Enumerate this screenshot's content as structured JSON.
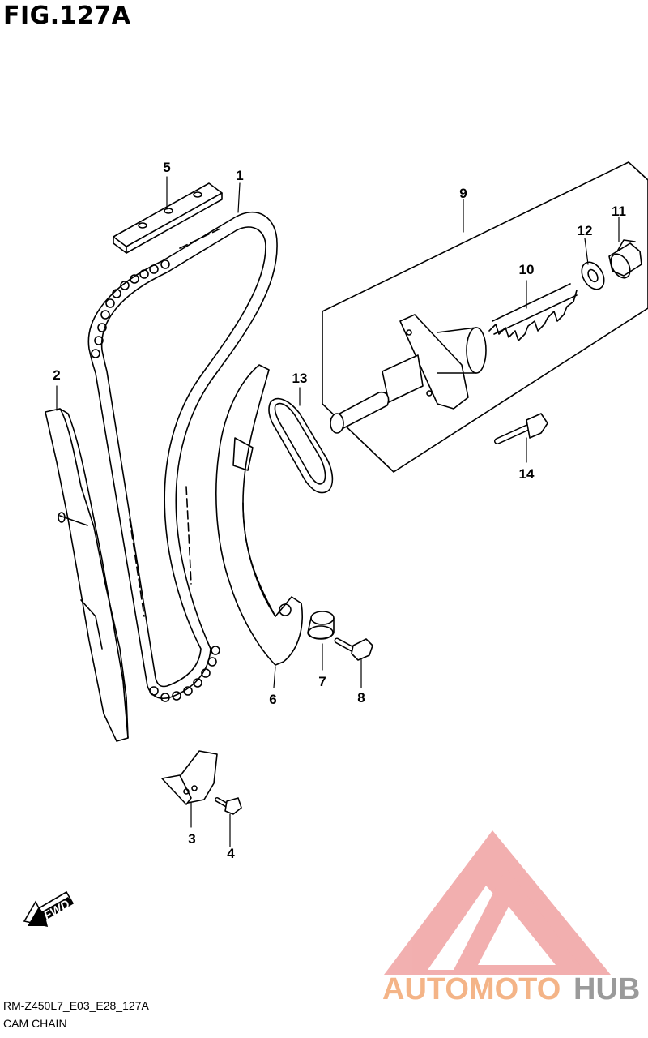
{
  "figure": {
    "title": "FIG.127A"
  },
  "drawing": {
    "code": "RM-Z450L7_E03_E28_127A",
    "caption": "CAM CHAIN"
  },
  "direction_indicator": {
    "label": "FWD"
  },
  "callouts": [
    {
      "id": "1",
      "label": "1"
    },
    {
      "id": "2",
      "label": "2"
    },
    {
      "id": "3",
      "label": "3"
    },
    {
      "id": "4",
      "label": "4"
    },
    {
      "id": "5",
      "label": "5"
    },
    {
      "id": "6",
      "label": "6"
    },
    {
      "id": "7",
      "label": "7"
    },
    {
      "id": "8",
      "label": "8"
    },
    {
      "id": "9",
      "label": "9"
    },
    {
      "id": "10",
      "label": "10"
    },
    {
      "id": "11",
      "label": "11"
    },
    {
      "id": "12",
      "label": "12"
    },
    {
      "id": "13",
      "label": "13"
    },
    {
      "id": "14",
      "label": "14"
    }
  ],
  "watermark": {
    "brand_a": "AUTOMOTO",
    "brand_b": "HUB",
    "color_a": "#f4b487",
    "color_b": "#9a9a9a",
    "logo_color": "#f0a2a2"
  }
}
